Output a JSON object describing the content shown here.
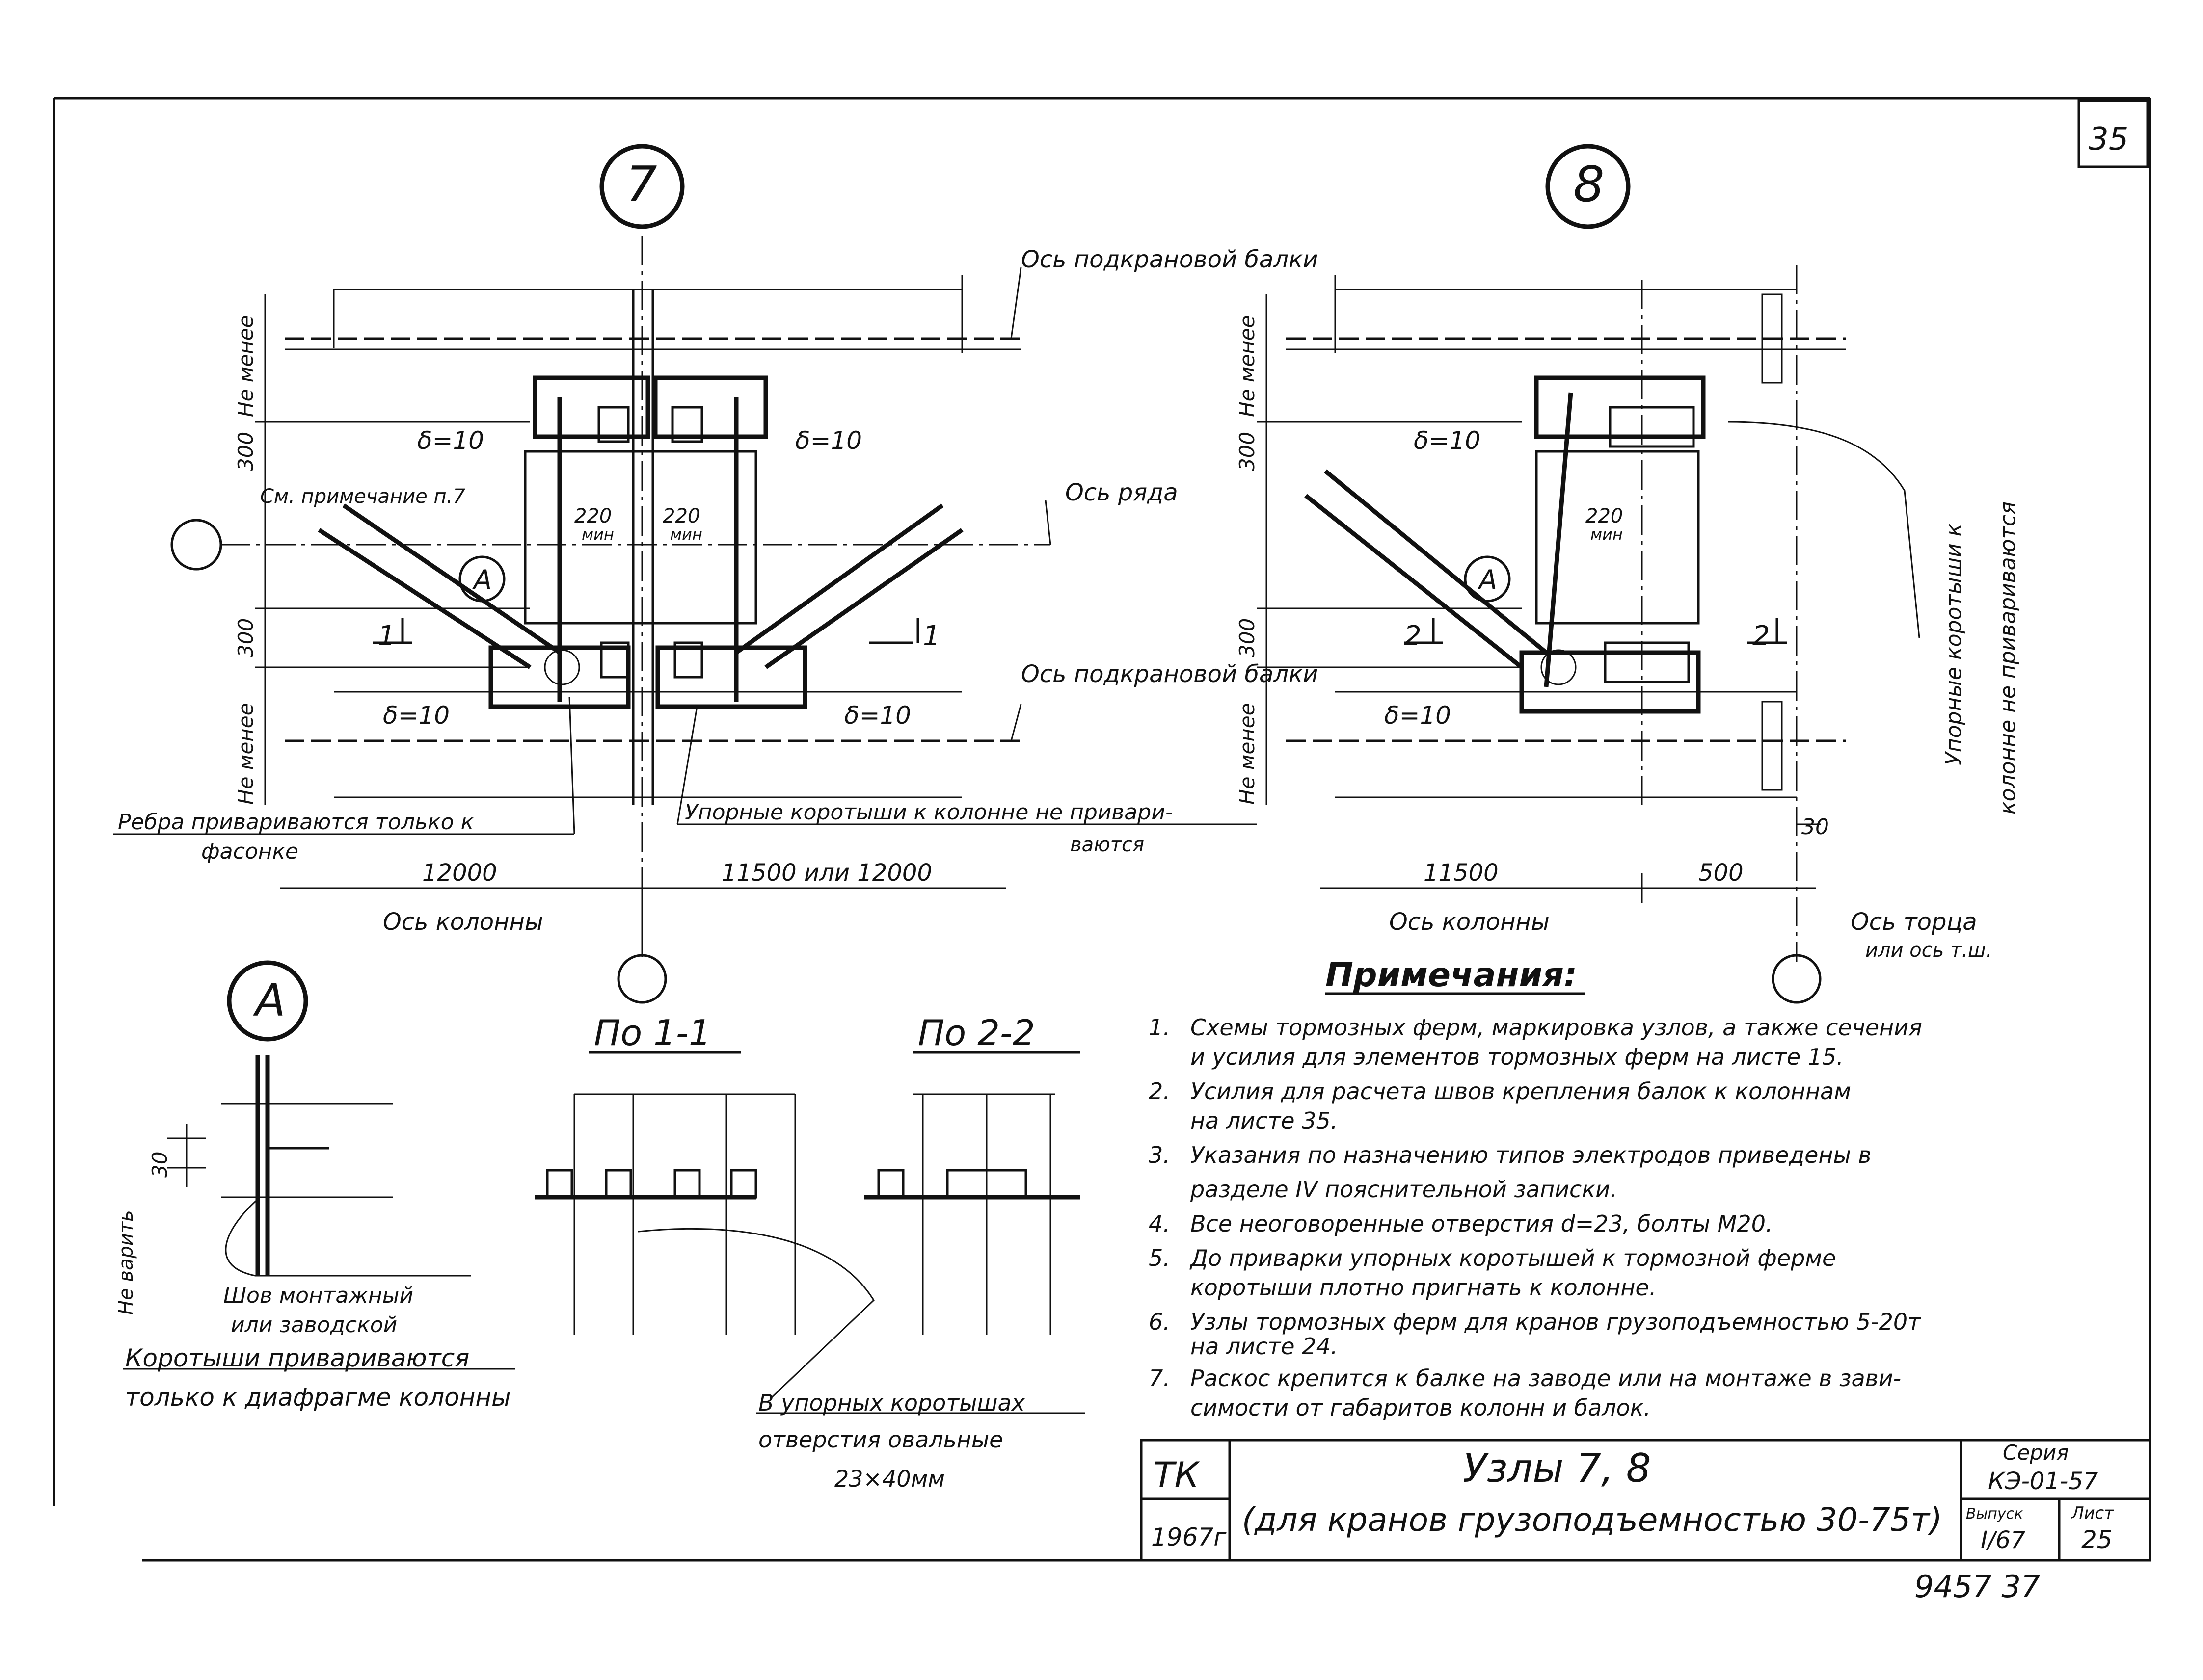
{
  "sheet": {
    "number_box": "35",
    "bottom_mark": "9457  37"
  },
  "node7": {
    "label": "7",
    "axis_beam_top": "Ось подкрановой балки",
    "axis_row": "Ось ряда",
    "axis_beam_bottom": "Ось подкрановой балки",
    "axis_column": "Ось колонны",
    "not_less_top": "Не менее",
    "dim_300_top": "300",
    "dim_300_bottom": "300",
    "not_less_bottom": "Не менее",
    "delta_tl": "δ=10",
    "delta_tr": "δ=10",
    "delta_bl": "δ=10",
    "delta_br": "δ=10",
    "see_note": "См. примечание п.7",
    "dim_220_left": "220",
    "min_left": "мин",
    "dim_220_right": "220",
    "min_right": "мин",
    "callout_a": "А",
    "section_left": "1",
    "section_right": "1",
    "rib_note_line1": "Ребра привариваются только к",
    "rib_note_line2": "фасонке",
    "stop_note_line1": "Упорные коротыши к колонне не привари-",
    "stop_note_line2": "ваются",
    "dim_left": "12000",
    "dim_right": "11500 или 12000"
  },
  "node8": {
    "label": "8",
    "not_less_top": "Не менее",
    "dim_300_top": "300",
    "dim_300_bottom": "300",
    "not_less_bottom": "Не менее",
    "delta_top": "δ=10",
    "delta_bottom": "δ=10",
    "dim_220": "220",
    "min": "мин",
    "callout_a": "А",
    "section_left": "2",
    "section_right": "2",
    "vertical_note_line1": "Упорные коротыши к",
    "vertical_note_line2": "колонне не привариваются",
    "dim_30": "30",
    "dim_left": "11500",
    "dim_right": "500",
    "axis_column": "Ось колонны",
    "axis_end_line1": "Ось торца",
    "axis_end_line2": "или ось т.ш."
  },
  "detail_a": {
    "label": "А",
    "dim_30": "30",
    "no_weld": "Не варить",
    "weld_line1": "Шов монтажный",
    "weld_line2": "или заводской",
    "note_line1": "Коротыши привариваются",
    "note_line2": "только к диафрагме колонны"
  },
  "sections": {
    "title_1": "По 1-1",
    "title_2": "По 2-2",
    "holes_line1": "В упорных коротышах",
    "holes_line2": "отверстия овальные",
    "holes_line3": "23×40мм"
  },
  "notes": {
    "title": "Примечания:",
    "items": [
      {
        "num": "1.",
        "line1": "Схемы тормозных ферм, маркировка узлов, а также сечения",
        "line2": "и усилия для элементов тормозных ферм на листе 15."
      },
      {
        "num": "2.",
        "line1": "Усилия для расчета швов крепления балок к колоннам",
        "line2": "на листе 35."
      },
      {
        "num": "3.",
        "line1": "Указания по назначению типов электродов приведены в",
        "line2": "разделе IV пояснительной записки."
      },
      {
        "num": "4.",
        "line1": "Все неоговоренные отверстия d=23, болты М20.",
        "line2": ""
      },
      {
        "num": "5.",
        "line1": "До приварки упорных коротышей к тормозной ферме",
        "line2": "коротыши плотно пригнать к колонне."
      },
      {
        "num": "6.",
        "line1": "Узлы тормозных ферм для кранов грузоподъемностью 5-20т",
        "line2": "на листе 24."
      },
      {
        "num": "7.",
        "line1": "Раскос крепится к балке на заводе или на монтаже в зави-",
        "line2": "симости от габаритов колонн и балок."
      }
    ]
  },
  "title_block": {
    "org": "ТК",
    "year": "1967г",
    "title": "Узлы 7, 8",
    "subtitle": "(для кранов грузоподъемностью 30-75т)",
    "series_label": "Серия",
    "series_value": "КЭ-01-57",
    "issue_label": "Выпуск",
    "issue_value": "I/67",
    "sheet_label": "Лист",
    "sheet_value": "25"
  }
}
